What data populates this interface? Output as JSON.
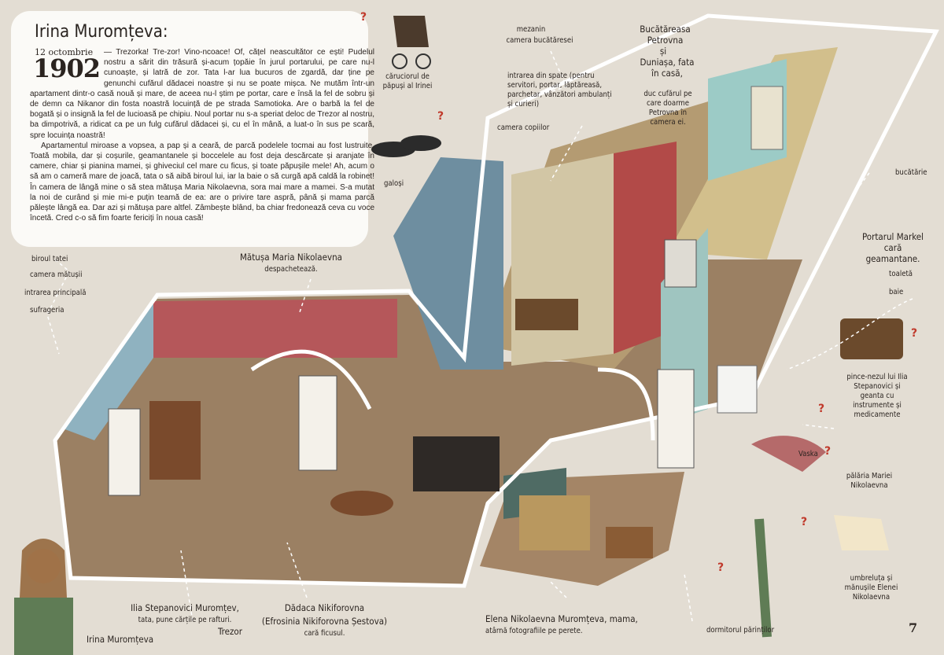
{
  "story": {
    "name": "Irina Muromțeva:",
    "date": "12 octombrie",
    "year": "1902",
    "paragraphs": [
      "— Trezorka! Tre-zor! Vino-ncoace! Of, cățel neascultător ce ești! Pudelul nostru a sărit din trăsură și-acum țopăie în jurul portarului, pe care nu-l cunoaște, și latră de zor. Tata l-ar lua bucuros de zgardă, dar ține pe genunchi cufărul dădacei noastre și nu se poate mișca. Ne mutăm într-un apartament dintr-o casă nouă și mare, de aceea nu-l știm pe portar, care e însă la fel de sobru și de demn ca Nikanor din fosta noastră locuință de pe strada Samotioka. Are o barbă la fel de bogată și o insignă la fel de lucioasă pe chipiu. Noul portar nu s-a speriat deloc de Trezor al nostru, ba dimpotrivă, a ridicat ca pe un fulg cufărul dădacei și, cu el în mână, a luat-o în sus pe scară, spre locuința noastră!",
      "Apartamentul miroase a vopsea, a pap și a ceară, de parcă podelele tocmai au fost lustruite. Toată mobila, dar și coșurile, geamantanele și boccelele au fost deja descărcate și aranjate în camere, chiar și pianina mamei, și ghiveciul cel mare cu ficus, și toate păpușile mele! Ah, acum o să am o cameră mare de joacă, tata o să aibă biroul lui, iar la baie o să curgă apă caldă la robinet! În camera de lângă mine o să stea mătușa Maria Nikolaevna, sora mai mare a mamei. S-a mutat la noi de curând și mie mi-e puțin teamă de ea: are o privire tare aspră, până și mama parcă pălește lângă ea. Dar azi și mătușa pare altfel. Zâmbește blând, ba chiar fredonează ceva cu voce încetă. Cred c-o să fim foarte fericiți în noua casă!"
    ]
  },
  "labels": {
    "carucior": "căruciorul de păpuși al Irinei",
    "galosi": "galoși",
    "mezanin": "mezanin",
    "camera_bucataresei": "camera bucătăresei",
    "intrarea_spate": "intrarea din spate (pentru servitori, portar, lăptăreasă, parchetar, vânzători ambulanți și curieri)",
    "camera_copiilor": "camera copiilor",
    "bucatareasa": "Bucătăreasa Petrovna",
    "si": "și",
    "duniasa": "Duniașa, fata în casă,",
    "duniasa_note": "duc cufărul pe care doarme Petrovna în camera ei.",
    "bucatarie": "bucătărie",
    "portarul": "Portarul Markel cară geamantane.",
    "toaleta": "toaletă",
    "baie": "baie",
    "pince_nez": "pince-nezul lui Ilia Stepanovici și geanta cu instrumente și medicamente",
    "vaska": "Vaska",
    "palaria": "pălăria Mariei Nikolaevna",
    "umbreluta": "umbreluța și mănușile Elenei Nikolaevna",
    "dormitorul": "dormitorul părinților",
    "elena": "Elena Nikolaevna Muromțeva, mama,",
    "elena_note": "atârnă fotografiile pe perete.",
    "dadaca": "Dădaca Nikiforovna",
    "dadaca_full": "(Efrosinia Nikiforovna Șestova)",
    "dadaca_note": "cară ficusul.",
    "trezor": "Trezor",
    "ilia": "Ilia Stepanovici Muromțev,",
    "ilia_note": "tata, pune cărțile pe rafturi.",
    "irina": "Irina Muromțeva",
    "biroul": "biroul tatei",
    "camera_matusii": "camera mătușii",
    "intrarea_principala": "intrarea principală",
    "sufrageria": "sufrageria",
    "matusa": "Mătușa Maria Nikolaevna",
    "matusa_note": "despachetează."
  },
  "question_mark": "?",
  "page_number": "7"
}
